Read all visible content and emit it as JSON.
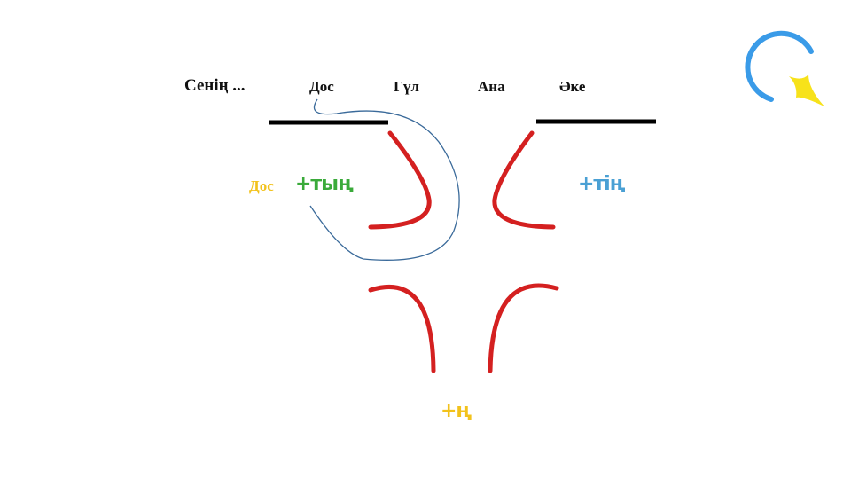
{
  "header": {
    "prompt": "Сенің ...",
    "words": [
      "Дос",
      "Гүл",
      "Ана",
      "Әке"
    ]
  },
  "example": {
    "word": "Дос",
    "suffix_tyn": "+тың",
    "suffix_tin": "+тің",
    "suffix_n": "+ң"
  },
  "colors": {
    "red": "#d42020",
    "yellow": "#f2c21c",
    "green": "#3aaa3a",
    "blue": "#4aa0d4",
    "connector": "#3a6a9a",
    "logo_blue": "#3a9be8",
    "logo_yellow": "#f7e21a"
  },
  "logo": "logo-icon"
}
